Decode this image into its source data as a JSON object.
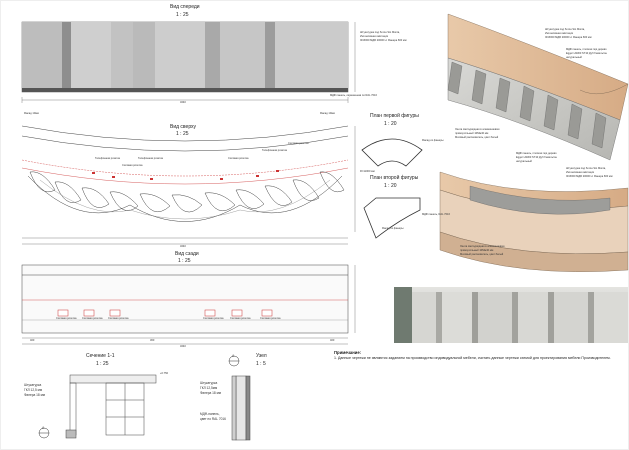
{
  "views": {
    "front": {
      "title": "Вид спереди",
      "scale": "1 : 25"
    },
    "top": {
      "title": "Вид сверху",
      "scale": "1 : 25"
    },
    "back": {
      "title": "Вид сзади",
      "scale": "1 : 25"
    },
    "section": {
      "title": "Сечение   1-1",
      "scale": "1 : 25",
      "marker": "A"
    },
    "node": {
      "title": "Узел",
      "scale": "1 : 5",
      "marker": "A"
    },
    "plan1": {
      "title": "План первой фигуры",
      "scale": "1 : 20"
    },
    "plan2": {
      "title": "План второй фигуры",
      "scale": "1 : 20"
    }
  },
  "front_labels": {
    "plaster": "Штукатурка под бетон Sto Monta,",
    "plaster2": "Интенсивная имитация",
    "plaster3": "ЗОЗ000 МДФ 20000 Н. Фанера 600 мм",
    "mdf": "МДФ панель, окрашенная по RAL 7016",
    "width": "3240"
  },
  "top_labels": {
    "left_cable": "Фасад 10мм",
    "right_cable": "Фасад 10мм",
    "sockets": [
      "Телефонная розетка",
      "Силовая розетка",
      "Телефонная розетка",
      "Силовая розетка",
      "Телефонная розетка",
      "Силовая розетка"
    ],
    "width": "3240"
  },
  "back_labels": {
    "sockets": [
      "Силовая розетка",
      "Силовая розетка",
      "Силовая розетка",
      "Силовая розетка",
      "Силовая розетка",
      "Силовая розетка"
    ],
    "width": "3240",
    "dims": [
      "400",
      "300",
      "400"
    ]
  },
  "plan_labels": {
    "r1": "Фасад из фанеры",
    "r2": "R=11000 мм",
    "r3": "Фасад из фанеры",
    "mdf": "МДФ панель, RAL 7016"
  },
  "section_labels": {
    "l1": "Штукатурка",
    "l2": "ГКЛ 12,5 мм",
    "l3": "Фанера 18 мм",
    "h": "+0.750"
  },
  "node_labels": {
    "l1": "Штукатурка",
    "l2": "ГКЛ 12,5мм",
    "l3": "Фанера 18 мм",
    "l4": "МДФ-панель,",
    "l5": "цвет по RAL 7016"
  },
  "iso_labels": {
    "a1": "Штукатурка под бетон Sto Monta,",
    "a2": "Интенсивная имитация",
    "a3": "ЗОЗ000 МДФ 20000 Н. Фанера 600 мм",
    "b1": "МДФ панель, плоская под дерево",
    "b2": "Egger H3303 ST10 Дуб Гамильтон",
    "b3": "натуральный",
    "c1": "Лента светодиодная в алюминиевом",
    "c2": "прямоугольный 10Мм40 мм",
    "c3": "Матовый рассеиватель, цвет белый"
  },
  "notes": {
    "header": "Примечание:",
    "body": "1. Данные чертежи не являются заданием на производство индивидуальной мебели, считать данные чертежи схемой для проектирования мебели Производителем."
  }
}
